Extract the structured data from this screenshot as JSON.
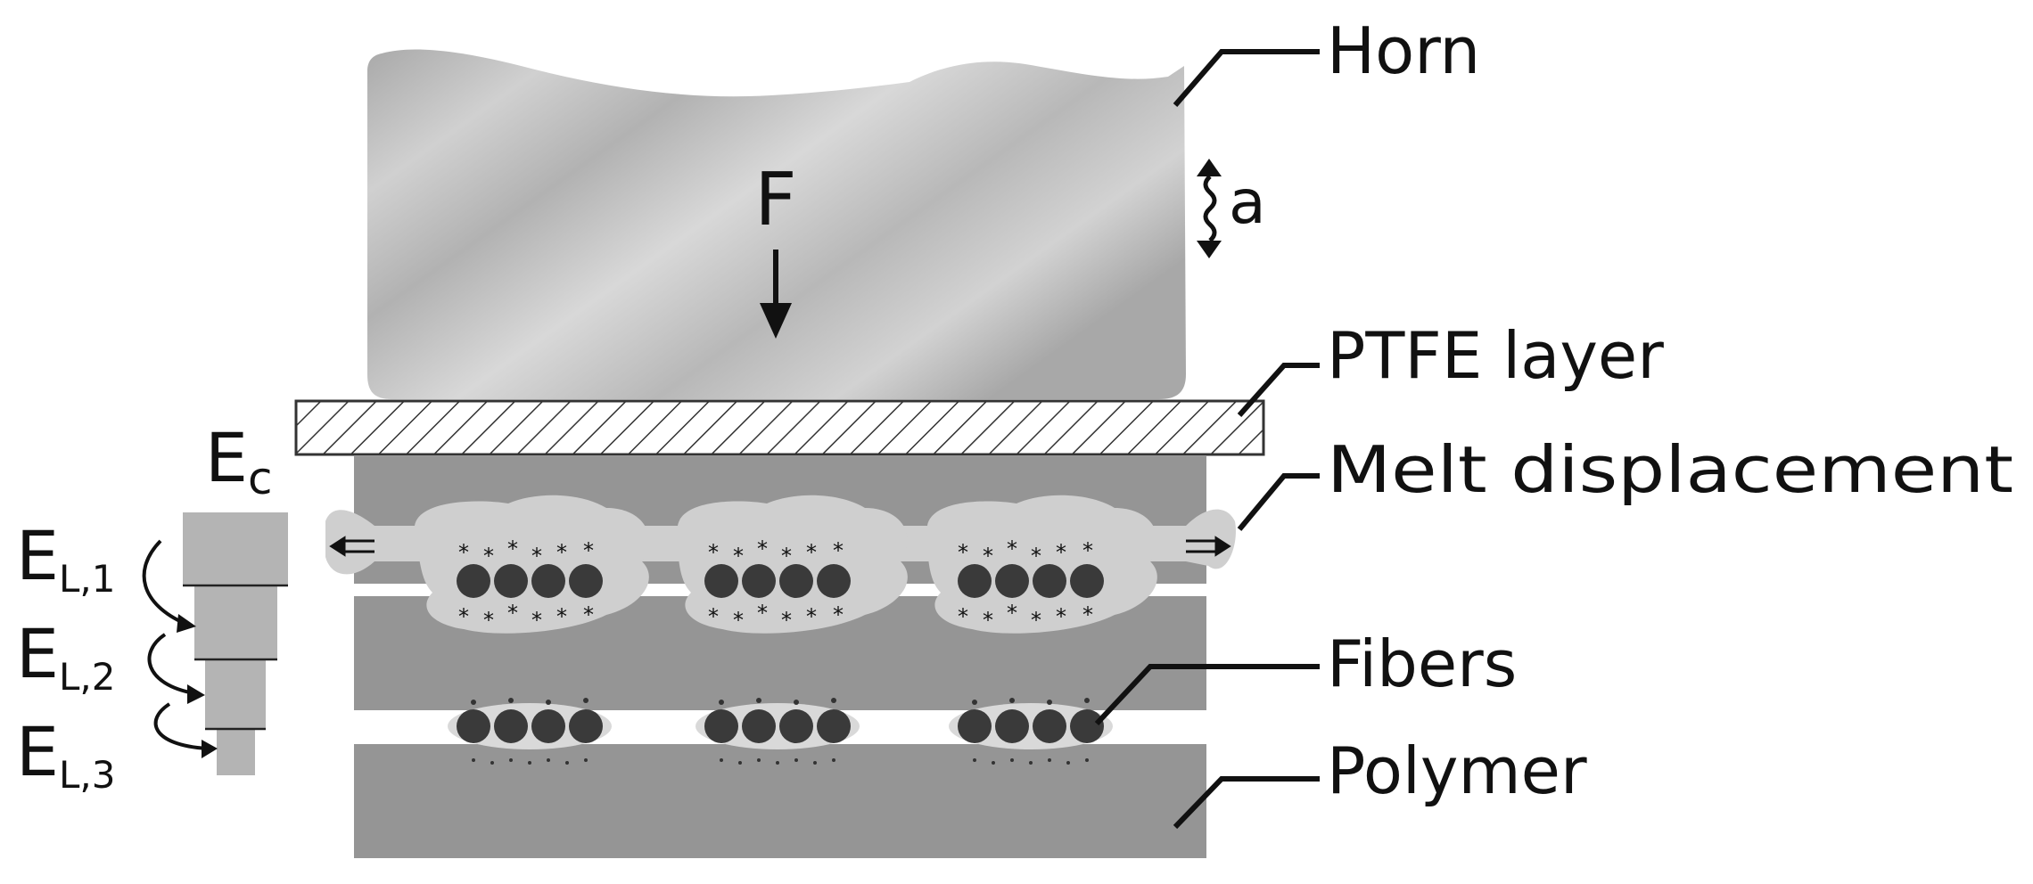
{
  "labels": {
    "horn": "Horn",
    "ptfe_layer": "PTFE layer",
    "melt_displacement": "Melt displacement",
    "fibers": "Fibers",
    "polymer": "Polymer",
    "force": "F",
    "amplitude": "a"
  },
  "energy": {
    "symbol": "E",
    "c_subscript": "c",
    "levels": [
      {
        "symbol": "E",
        "subscript": "L,1"
      },
      {
        "symbol": "E",
        "subscript": "L,2"
      },
      {
        "symbol": "E",
        "subscript": "L,3"
      }
    ]
  },
  "colors": {
    "horn_light": "#d4d4d4",
    "horn_dark": "#a9a9a9",
    "polymer": "#959595",
    "melt": "#cfcfcf",
    "fiber": "#3a3a3a",
    "energy_bar": "#b4b4b4",
    "text": "#111111"
  }
}
